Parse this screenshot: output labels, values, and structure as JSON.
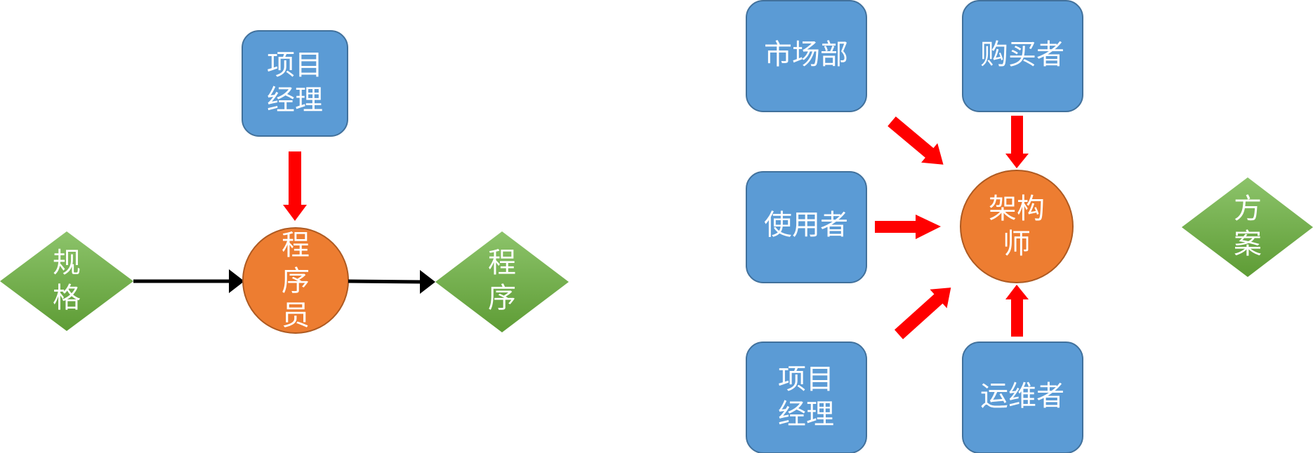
{
  "colors": {
    "box": "#5B9BD5",
    "box_border": "#41719C",
    "circle": "#ED7D31",
    "circle_border": "#AE5A21",
    "diamond": "#70AD47",
    "arrow_red": "#FF0000",
    "arrow_black": "#000000"
  },
  "left": {
    "manager": [
      "项目",
      "经理"
    ],
    "spec": [
      "规",
      "格"
    ],
    "programmer": [
      "程",
      "序",
      "员"
    ],
    "program": [
      "程",
      "序"
    ]
  },
  "right": {
    "marketing": "市场部",
    "buyer": "购买者",
    "user": "使用者",
    "architect": [
      "架构",
      "师"
    ],
    "solution": [
      "方",
      "案"
    ],
    "manager": [
      "项目",
      "经理"
    ],
    "ops": "运维者"
  }
}
